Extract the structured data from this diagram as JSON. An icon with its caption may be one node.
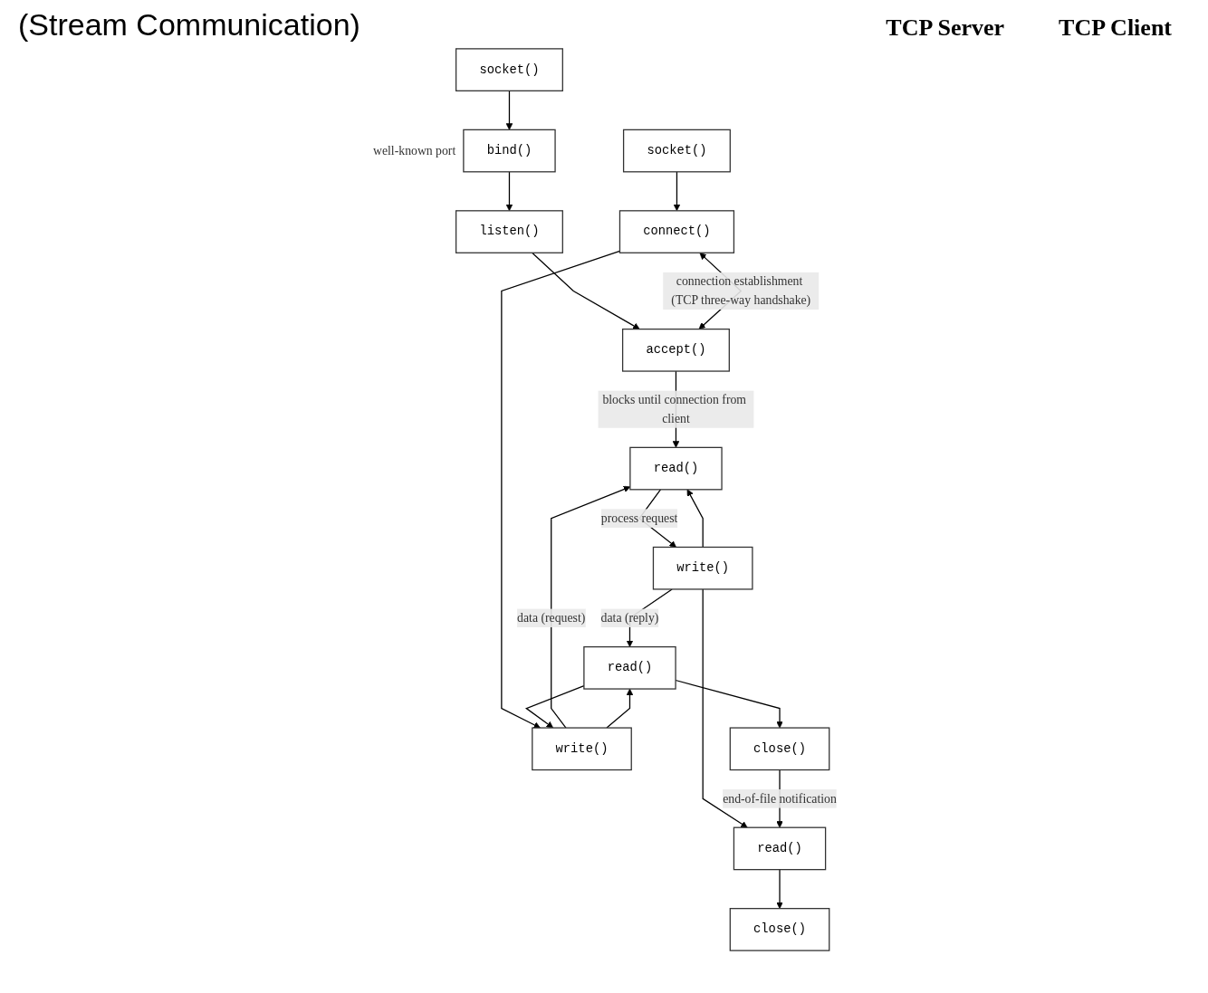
{
  "diagram": {
    "title": "(Stream Communication)",
    "nodes": [
      {
        "text": [
          "socket()"
        ]
      },
      {
        "text": [
          "bind()"
        ],
        "beside": [
          "well-known port"
        ]
      },
      {
        "text": [
          "listen()"
        ]
      },
      {
        "text": [
          "accept()"
        ]
      },
      {
        "text": [
          "read()"
        ]
      },
      {
        "text": [
          "write()"
        ]
      },
      {
        "text": [
          "read()"
        ]
      },
      {
        "text": [
          "close()"
        ]
      },
      {
        "text": [
          "socket()"
        ]
      },
      {
        "text": [
          "connect()"
        ]
      },
      {
        "text": [
          "write()"
        ]
      },
      {
        "text": [
          "read()"
        ]
      },
      {
        "text": [
          "close()"
        ]
      }
    ],
    "edges": [
      {
        "from": 0,
        "to": 1,
        "arrow": "to"
      },
      {
        "from": 1,
        "to": 2,
        "arrow": "to"
      },
      {
        "from": 2,
        "to": 3,
        "arrow": "to"
      },
      {
        "from": 3,
        "to": 4,
        "arrow": "to",
        "label": "blocks until connection from client"
      },
      {
        "from": 9,
        "to": 3,
        "arrow": "both",
        "label": "connection establishment (TCP three-way handshake)"
      },
      {
        "from": 8,
        "to": 9,
        "arrow": "to"
      },
      {
        "from": 9,
        "to": 10,
        "arrow": "to"
      },
      {
        "from": 10,
        "to": 4,
        "arrow": "to",
        "label": "data (request)"
      },
      {
        "from": 4,
        "to": 5,
        "arrow": "to",
        "label": "process request"
      },
      {
        "from": 5,
        "to": 4,
        "arrow": "to"
      },
      {
        "from": 5,
        "to": 11,
        "arrow": "to",
        "label": "data (reply)"
      },
      {
        "from": 10,
        "to": 11,
        "arrow": "to"
      },
      {
        "from": 11,
        "to": 10,
        "arrow": "to"
      },
      {
        "from": 11,
        "to": 12,
        "arrow": "to"
      },
      {
        "from": 5,
        "to": 6,
        "arrow": "to"
      },
      {
        "from": 12,
        "to": 6,
        "arrow": "to",
        "label": "end-of-file notification"
      },
      {
        "from": 6,
        "to": 7,
        "arrow": "to"
      }
    ],
    "labels": [
      "TCP Server",
      "TCP Client"
    ]
  }
}
